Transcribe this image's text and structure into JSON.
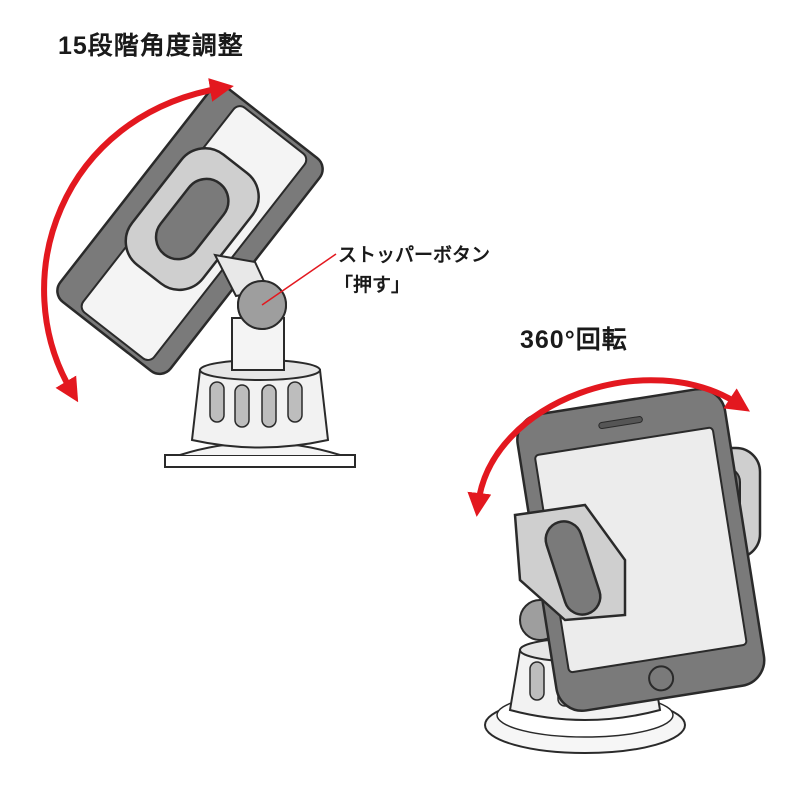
{
  "labels": {
    "tilt_title": "15段階角度調整",
    "stopper_line1": "ストッパーボタン",
    "stopper_line2": "「押す」",
    "rotate_title": "360°回転"
  },
  "colors": {
    "arrow": "#e3181f",
    "outline": "#2a2a2a",
    "phone_body": "#7a7a7a",
    "holder_gray": "#cfcfcf",
    "screen": "#ececec"
  },
  "icons": {
    "tilt_arrow": "curved-double-arrow-icon",
    "rotate_arrow": "curved-double-arrow-icon"
  }
}
